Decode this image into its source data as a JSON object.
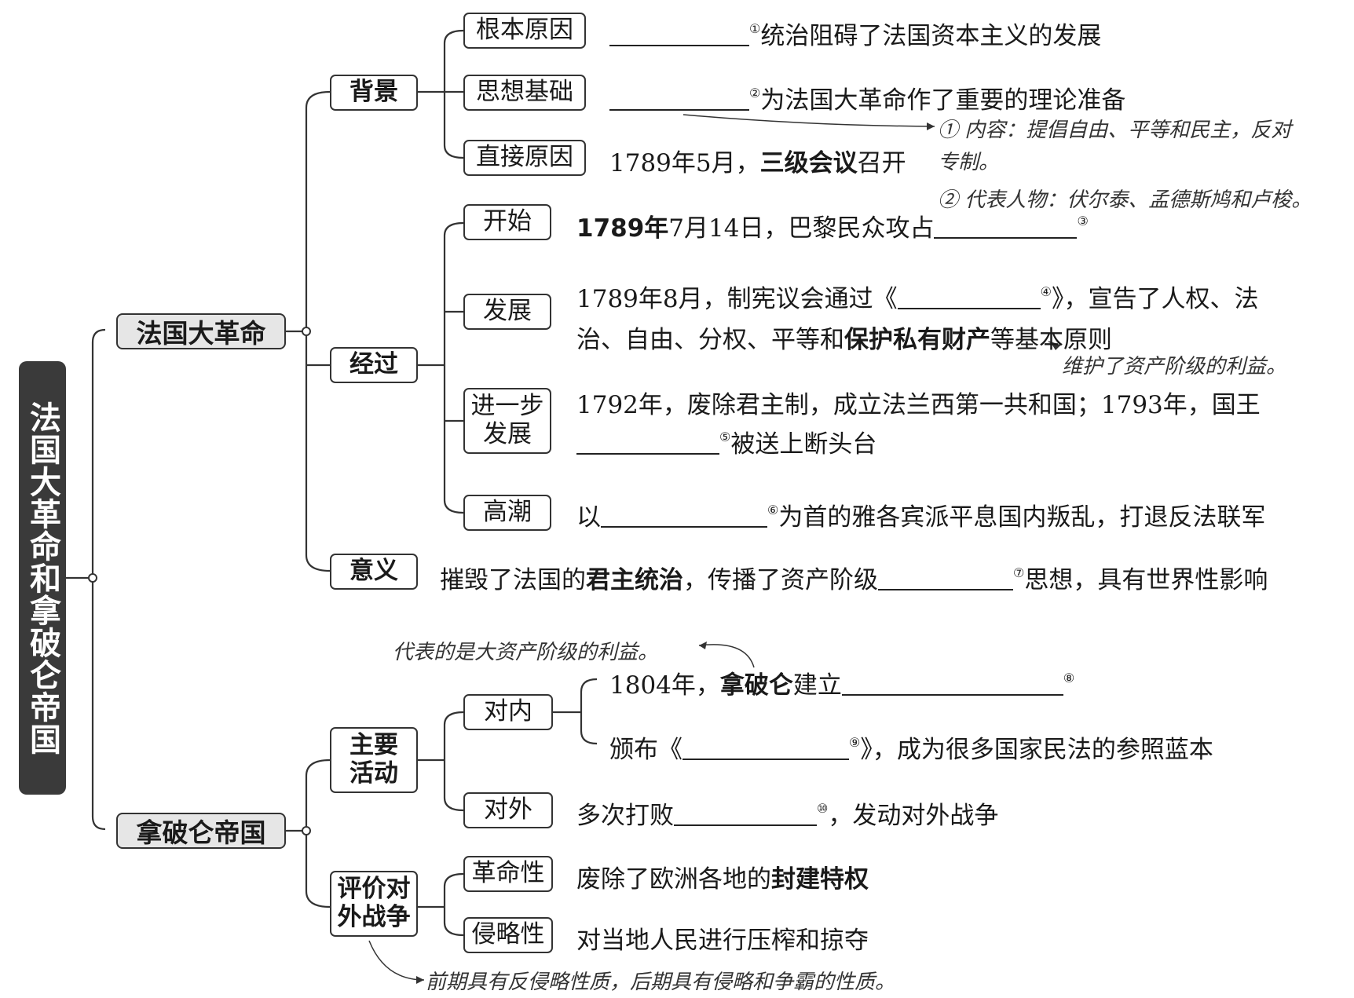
{
  "root": "法国大革命和拿破仑帝国",
  "revolution": {
    "label": "法国大革命",
    "background": {
      "label": "背景",
      "fundamental": {
        "label": "根本原因",
        "num": "①",
        "text": "统治阻碍了法国资本主义的发展"
      },
      "ideology": {
        "label": "思想基础",
        "num": "②",
        "text": "为法国大革命作了重要的理论准备"
      },
      "direct": {
        "label": "直接原因",
        "pre": "1789年5月，",
        "bold": "三级会议",
        "post": "召开"
      }
    },
    "process": {
      "label": "经过",
      "start": {
        "label": "开始",
        "bold": "1789年",
        "text": "7月14日，巴黎民众攻占",
        "num": "③"
      },
      "develop": {
        "label": "发展",
        "pre": "1789年8月，制宪议会通过《",
        "num": "④",
        "post": "》，宣告了人权、法",
        "line2_pre": "治、自由、分权、平等和",
        "line2_bold": "保护私有财产",
        "line2_post": "等基本原则"
      },
      "further": {
        "label1": "进一步",
        "label2": "发展",
        "line1": "1792年，废除君主制，成立法兰西第一共和国；1793年，国王",
        "num": "⑤",
        "line2_post": "被送上断头台"
      },
      "climax": {
        "label": "高潮",
        "pre": "以",
        "num": "⑥",
        "post": "为首的雅各宾派平息国内叛乱，打退反法联军"
      }
    },
    "significance": {
      "label": "意义",
      "pre": "摧毁了法国的",
      "bold": "君主统治",
      "mid": "，传播了资产阶级",
      "num": "⑦",
      "post": "思想，具有世界性影响"
    }
  },
  "empire": {
    "label": "拿破仑帝国",
    "activities": {
      "label1": "主要",
      "label2": "活动",
      "domestic": {
        "label": "对内",
        "item1": {
          "pre": "1804年，",
          "bold": "拿破仑",
          "post": "建立",
          "num": "⑧"
        },
        "item2": {
          "pre": "颁布《",
          "num": "⑨",
          "post": "》，成为很多国家民法的参照蓝本"
        }
      },
      "foreign": {
        "label": "对外",
        "pre": "多次打败",
        "num": "⑩",
        "post": "，发动对外战争"
      }
    },
    "evaluation": {
      "label1": "评价对",
      "label2": "外战争",
      "revolutionary": {
        "label": "革命性",
        "pre": "废除了欧洲各地的",
        "bold": "封建特权"
      },
      "aggressive": {
        "label": "侵略性",
        "text": "对当地人民进行压榨和掠夺"
      }
    }
  },
  "notes": {
    "ideas1": "① 内容：提倡自由、平等和民主，反对",
    "ideas2": "专制。",
    "ideas3": "② 代表人物：伏尔泰、孟德斯鸠和卢梭。",
    "property": "维护了资产阶级的利益。",
    "empire": "代表的是大资产阶级的利益。",
    "war": "前期具有反侵略性质，后期具有侵略和争霸的性质。"
  }
}
